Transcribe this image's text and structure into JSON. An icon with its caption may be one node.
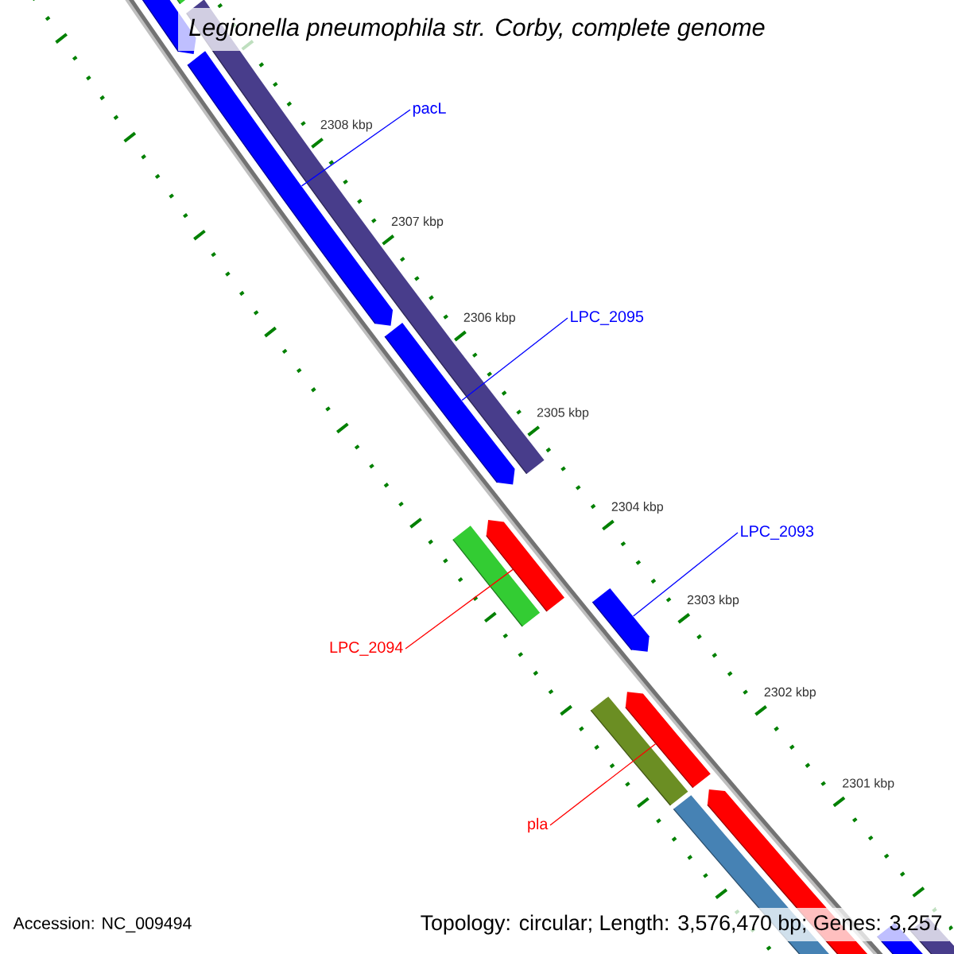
{
  "diagram": {
    "title": "Legionella pneumophila str. Corby, complete genome",
    "nodes": [
      {
        "text": [],
        "shape": "bar"
      },
      {
        "text": [],
        "shape": "bar"
      },
      {
        "text": [],
        "shape": "bar"
      },
      {
        "text": [
          "pacL"
        ]
      },
      {
        "text": [],
        "shape": "bar"
      },
      {
        "text": [
          "LPC_2095"
        ]
      },
      {
        "text": [],
        "shape": "bar"
      },
      {
        "text": [],
        "shape": "bar"
      },
      {
        "text": [],
        "shape": "bar"
      },
      {
        "text": [
          "LPC_2093"
        ]
      },
      {
        "text": [],
        "shape": "bar"
      },
      {
        "text": [
          "LPC_2094"
        ]
      },
      {
        "text": [],
        "shape": "bar"
      },
      {
        "text": [],
        "shape": "bar"
      },
      {
        "text": [
          "pla"
        ]
      },
      {
        "text": [],
        "shape": "bar"
      },
      {
        "text": [],
        "shape": "bar"
      },
      {
        "text": [],
        "shape": "bar"
      },
      {
        "text": [],
        "shape": "bar"
      }
    ],
    "edges": [
      {
        "from": 3,
        "to": 4,
        "arrow": "none"
      },
      {
        "from": 5,
        "to": 6,
        "arrow": "none"
      },
      {
        "from": 9,
        "to": 10,
        "arrow": "none"
      },
      {
        "from": 11,
        "to": 7,
        "arrow": "none",
        "color": "#ff0000"
      },
      {
        "from": 14,
        "to": 13,
        "arrow": "none",
        "color": "#ff0000"
      }
    ],
    "labels": [
      "2308 kbp",
      "2307 kbp",
      "2306 kbp",
      "2305 kbp",
      "2304 kbp",
      "2303 kbp",
      "2302 kbp",
      "2301 kbp",
      "Accession: NC_009494",
      "Topology: circular; Length: 3,576,470 bp; Genes: 3,257"
    ]
  }
}
